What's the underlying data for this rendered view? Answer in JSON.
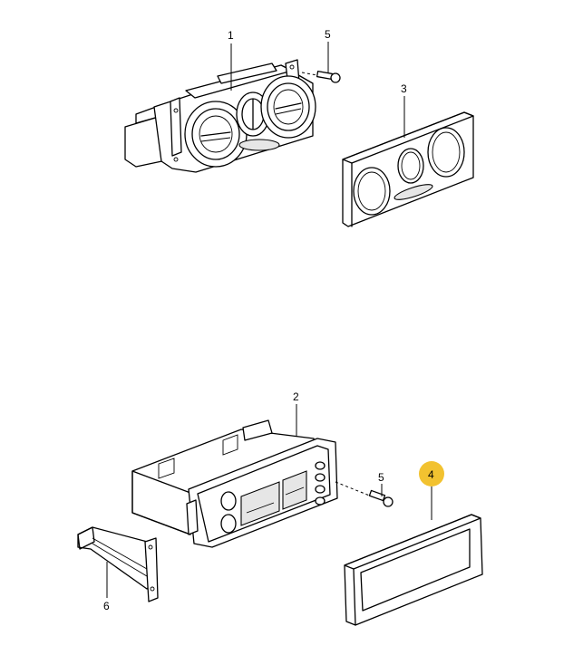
{
  "callouts": {
    "c1": "1",
    "c2": "2",
    "c3": "3",
    "c4": "4",
    "c5_top": "5",
    "c5_bottom": "5",
    "c6": "6"
  },
  "highlight": {
    "part": "4",
    "color": "#f2c230"
  }
}
